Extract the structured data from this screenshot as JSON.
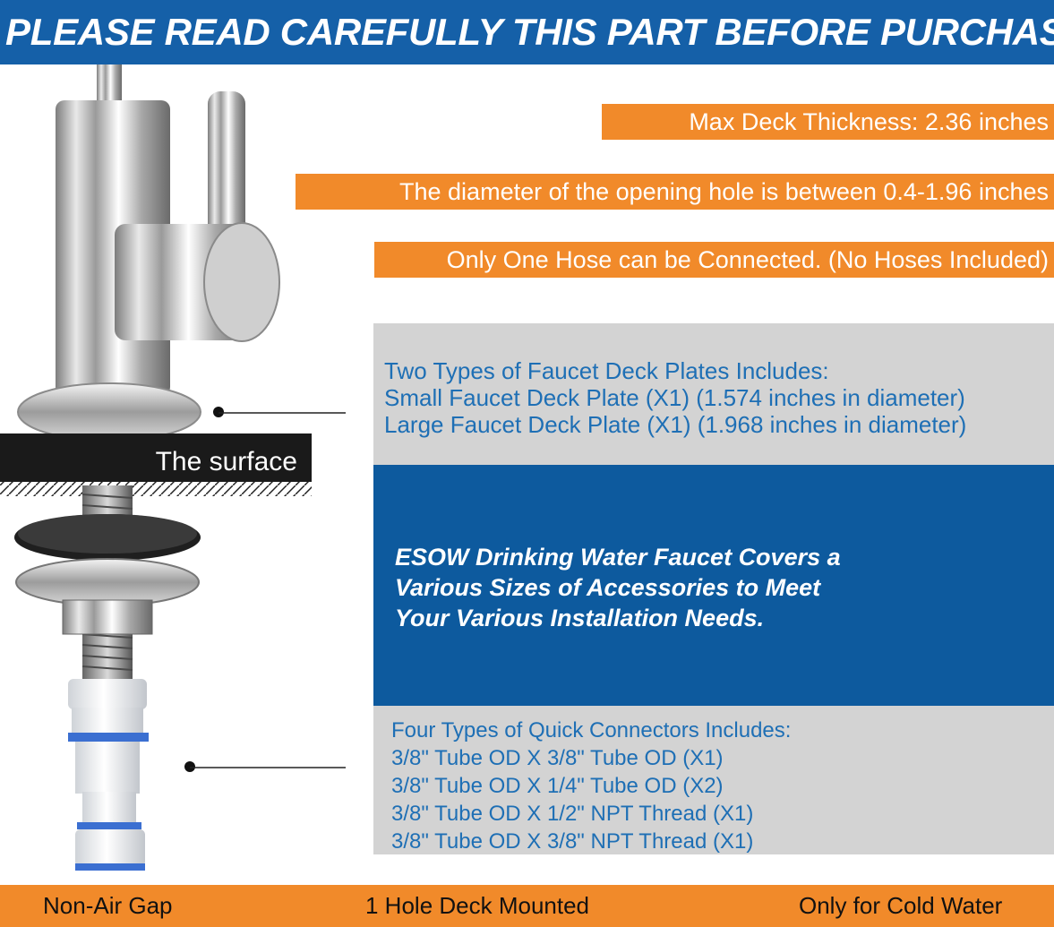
{
  "header": {
    "title": "PLEASE READ CAREFULLY THIS PART BEFORE PURCHASE"
  },
  "specs": {
    "deck_thickness": "Max Deck Thickness: 2.36 inches",
    "hole_diameter": "The diameter of the opening hole is between 0.4-1.96 inches",
    "hose": "Only One Hose can be Connected. (No Hoses Included)"
  },
  "deck_plates": {
    "lines": [
      "Two Types of Faucet Deck Plates Includes:",
      "Small Faucet Deck Plate (X1) (1.574 inches in diameter)",
      "Large Faucet Deck Plate (X1) (1.968 inches in diameter)"
    ]
  },
  "brand_message": {
    "lines": [
      "ESOW Drinking Water Faucet Covers a",
      "Various Sizes of Accessories to Meet",
      "Your Various Installation Needs."
    ]
  },
  "connectors": {
    "lines": [
      "Four Types of Quick Connectors Includes:",
      "3/8\" Tube OD X 3/8\" Tube OD  (X1)",
      "3/8\" Tube OD X 1/4\" Tube OD  (X2)",
      "3/8\" Tube OD X 1/2\" NPT Thread  (X1)",
      "3/8\" Tube OD X 3/8\" NPT Thread  (X1)"
    ]
  },
  "surface_label": "The surface",
  "footer": {
    "left": "Non-Air Gap",
    "center": "1 Hole Deck Mounted",
    "right": "Only for Cold Water"
  },
  "colors": {
    "banner_blue": "#1560a8",
    "orange": "#f18a2a",
    "panel_gray": "#d3d3d3",
    "panel_blue": "#0d5a9e",
    "text_blue": "#1e6fb5"
  }
}
